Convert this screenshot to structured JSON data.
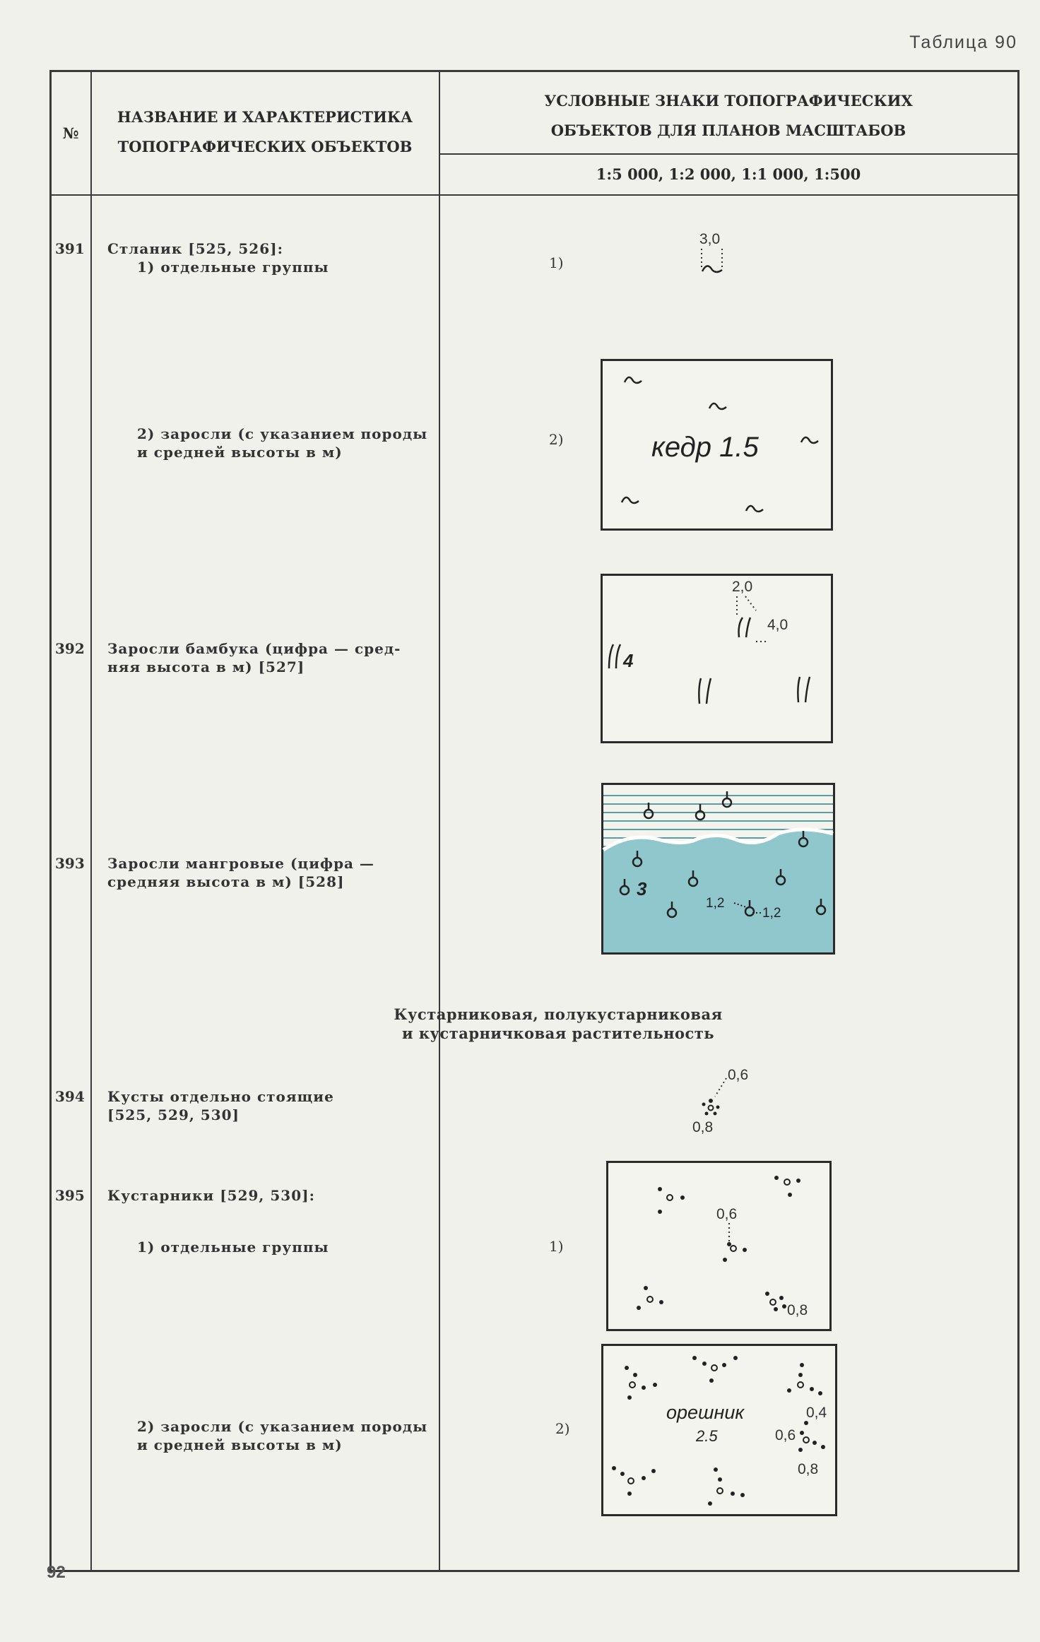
{
  "page": {
    "table_label": "Таблица 90",
    "page_number": "92"
  },
  "header": {
    "col_num": "№",
    "col_name": "НАЗВАНИЕ И ХАРАКТЕРИСТИКА ТОПОГРАФИЧЕСКИХ ОБЪЕКТОВ",
    "col_name_l1": "НАЗВАНИЕ И ХАРАКТЕРИСТИКА",
    "col_name_l2": "ТОПОГРАФИЧЕСКИХ ОБЪЕКТОВ",
    "col_signs_l1": "УСЛОВНЫЕ ЗНАКИ ТОПОГРАФИЧЕСКИХ",
    "col_signs_l2": "ОБЪЕКТОВ ДЛЯ ПЛАНОВ МАСШТАБОВ",
    "scales": "1:5 000, 1:2 000, 1:1 000, 1:500"
  },
  "section": {
    "title_l1": "Кустарниковая, полукустарниковая",
    "title_l2": "и кустарничковая растительность"
  },
  "rows": {
    "r391": {
      "num": "391",
      "desc": "Стланик [525, 526]:",
      "sub1": "1) отдельные группы",
      "sub2_l1": "2) заросли (с указанием породы",
      "sub2_l2": "и средней высоты в м)",
      "mark1": "1)",
      "mark2": "2)",
      "dim1": "3,0",
      "label": "кедр 1.5"
    },
    "r392": {
      "num": "392",
      "desc_l1": "Заросли бамбука (цифра — сред-",
      "desc_l2": "няя высота в м) [527]",
      "dim_a": "2,0",
      "dim_b": "4,0",
      "height": "4"
    },
    "r393": {
      "num": "393",
      "desc_l1": "Заросли мангровые (цифра —",
      "desc_l2": "средняя высота в м) [528]",
      "height": "3",
      "dim_a": "1,2",
      "dim_b": "1,2"
    },
    "r394": {
      "num": "394",
      "desc_l1": "Кусты отдельно стоящие",
      "desc_l2": "[525, 529, 530]",
      "dim_a": "0,6",
      "dim_b": "0,8"
    },
    "r395": {
      "num": "395",
      "desc": "Кустарники [529, 530]:",
      "sub1": "1) отдельные группы",
      "sub2_l1": "2) заросли (с указанием породы",
      "sub2_l2": "и средней высоты в м)",
      "mark1": "1)",
      "mark2": "2)",
      "dim_a": "0,6",
      "dim_b": "0,8",
      "label": "орешник",
      "label_h": "2.5",
      "dim_c": "0,4",
      "dim_d": "0,6",
      "dim_e": "0,8"
    }
  },
  "colors": {
    "ink": "#2a2a2a",
    "paper": "#f1f1ec",
    "water": "#8fc7cc",
    "water_lines": "#5f9aa0"
  }
}
